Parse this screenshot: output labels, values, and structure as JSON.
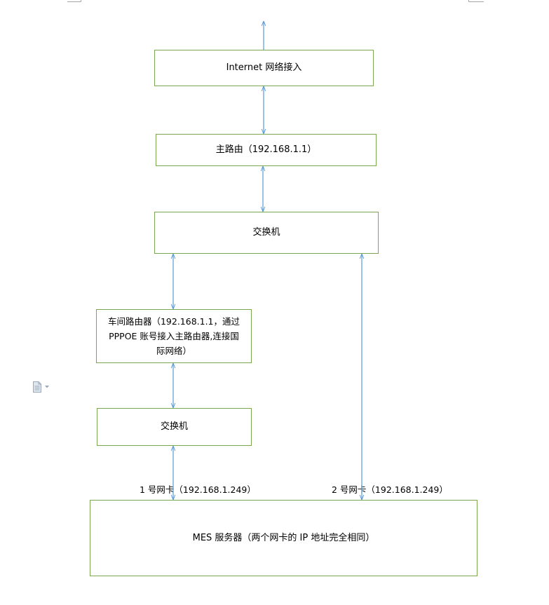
{
  "colors": {
    "box_border": "#7aa74f",
    "arrow": "#5b9bd5",
    "text": "#000000",
    "crop_mark": "#a6a6a6"
  },
  "icons": {
    "paste": "paste-options-icon",
    "dropdown": "chevron-down-icon"
  },
  "nodes": {
    "internet": {
      "label": "Internet 网络接入"
    },
    "main_router": {
      "label": "主路由（192.168.1.1）"
    },
    "switch_main": {
      "label": "交换机"
    },
    "workshop_router": {
      "lines": [
        "车间路由器（192.168.1.1，通过",
        "PPPOE 账号接入主路由器,连接国",
        "际网络）"
      ]
    },
    "switch_workshop": {
      "label": "交换机"
    },
    "mes_server": {
      "label": "MES 服务器（两个网卡的 IP 地址完全相同）"
    }
  },
  "nic_labels": {
    "nic1": "1 号网卡（192.168.1.249）",
    "nic2": "2 号网卡（192.168.1.249）"
  }
}
